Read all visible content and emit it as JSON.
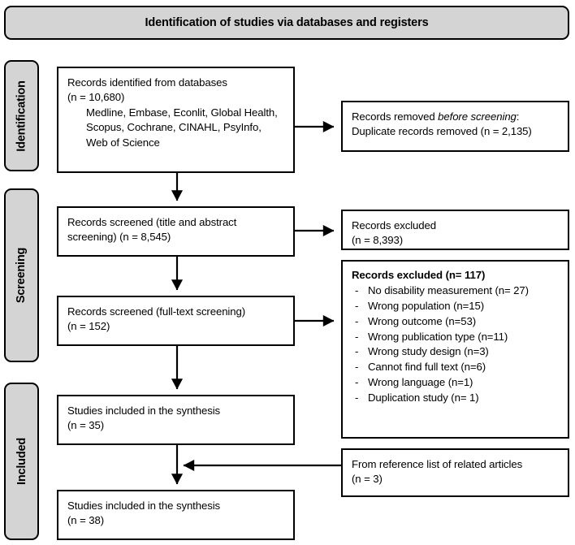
{
  "banner": {
    "title": "Identification of studies via databases and registers"
  },
  "stages": [
    {
      "id": "identification",
      "label": "Identification"
    },
    {
      "id": "screening",
      "label": "Screening"
    },
    {
      "id": "included",
      "label": "Included"
    }
  ],
  "boxes": {
    "identified": {
      "line1": "Records identified from databases",
      "line2": "(n = 10,680)",
      "sources": "Medline, Embase, Econlit, Global Health, Scopus, Cochrane, CINAHL, PsyInfo, Web of Science"
    },
    "duplicates": {
      "line1_prefix": "Records removed ",
      "line1_italic": "before screening",
      "line1_suffix": ":",
      "line2": "Duplicate records removed (n = 2,135)"
    },
    "screened_title_abstract": {
      "line1": "Records screened (title and abstract screening) (n = 8,545)"
    },
    "excluded_title_abstract": {
      "line1": "Records excluded",
      "line2": "(n = 8,393)"
    },
    "screened_fulltext": {
      "line1": "Records screened (full-text screening)",
      "line2": "(n = 152)"
    },
    "excluded_fulltext": {
      "title": "Records excluded (n= 117)",
      "reasons": [
        "No disability measurement (n= 27)",
        "Wrong population (n=15)",
        "Wrong outcome (n=53)",
        "Wrong publication type (n=11)",
        "Wrong study design (n=3)",
        "Cannot find full text (n=6)",
        "Wrong language (n=1)",
        "Duplication study (n= 1)"
      ]
    },
    "included_synthesis_35": {
      "line1": "Studies included in the synthesis",
      "line2": "(n = 35)"
    },
    "reference_list": {
      "line1": "From reference list of related articles",
      "line2": "(n = 3)"
    },
    "included_synthesis_38": {
      "line1": "Studies included in the synthesis",
      "line2": "(n = 38)"
    }
  },
  "colors": {
    "stage_fill": "#d4d4d4",
    "border": "#000000",
    "box_fill": "#ffffff"
  },
  "chart_data": {
    "type": "diagram",
    "title": "PRISMA flow diagram",
    "nodes": [
      {
        "id": "identified",
        "stage": "Identification",
        "label": "Records identified from databases",
        "n": 10680
      },
      {
        "id": "duplicates",
        "stage": "Identification",
        "label": "Duplicate records removed",
        "n": 2135
      },
      {
        "id": "screened_title_abstract",
        "stage": "Screening",
        "label": "Records screened (title and abstract screening)",
        "n": 8545
      },
      {
        "id": "excluded_title_abstract",
        "stage": "Screening",
        "label": "Records excluded",
        "n": 8393
      },
      {
        "id": "screened_fulltext",
        "stage": "Screening",
        "label": "Records screened (full-text screening)",
        "n": 152
      },
      {
        "id": "excluded_fulltext",
        "stage": "Screening",
        "label": "Records excluded",
        "n": 117
      },
      {
        "id": "included_35",
        "stage": "Included",
        "label": "Studies included in the synthesis",
        "n": 35
      },
      {
        "id": "reference_list",
        "stage": "Included",
        "label": "From reference list of related articles",
        "n": 3
      },
      {
        "id": "included_38",
        "stage": "Included",
        "label": "Studies included in the synthesis",
        "n": 38
      }
    ],
    "edges": [
      {
        "from": "identified",
        "to": "duplicates"
      },
      {
        "from": "identified",
        "to": "screened_title_abstract"
      },
      {
        "from": "screened_title_abstract",
        "to": "excluded_title_abstract"
      },
      {
        "from": "screened_title_abstract",
        "to": "screened_fulltext"
      },
      {
        "from": "screened_fulltext",
        "to": "excluded_fulltext"
      },
      {
        "from": "screened_fulltext",
        "to": "included_35"
      },
      {
        "from": "included_35",
        "to": "included_38"
      },
      {
        "from": "reference_list",
        "to": "included_38"
      }
    ],
    "exclusion_reasons_fulltext": [
      {
        "reason": "No disability measurement",
        "n": 27
      },
      {
        "reason": "Wrong population",
        "n": 15
      },
      {
        "reason": "Wrong outcome",
        "n": 53
      },
      {
        "reason": "Wrong publication type",
        "n": 11
      },
      {
        "reason": "Wrong study design",
        "n": 3
      },
      {
        "reason": "Cannot find full text",
        "n": 6
      },
      {
        "reason": "Wrong language",
        "n": 1
      },
      {
        "reason": "Duplication study",
        "n": 1
      }
    ],
    "databases": [
      "Medline",
      "Embase",
      "Econlit",
      "Global Health",
      "Scopus",
      "Cochrane",
      "CINAHL",
      "PsyInfo",
      "Web of Science"
    ]
  }
}
